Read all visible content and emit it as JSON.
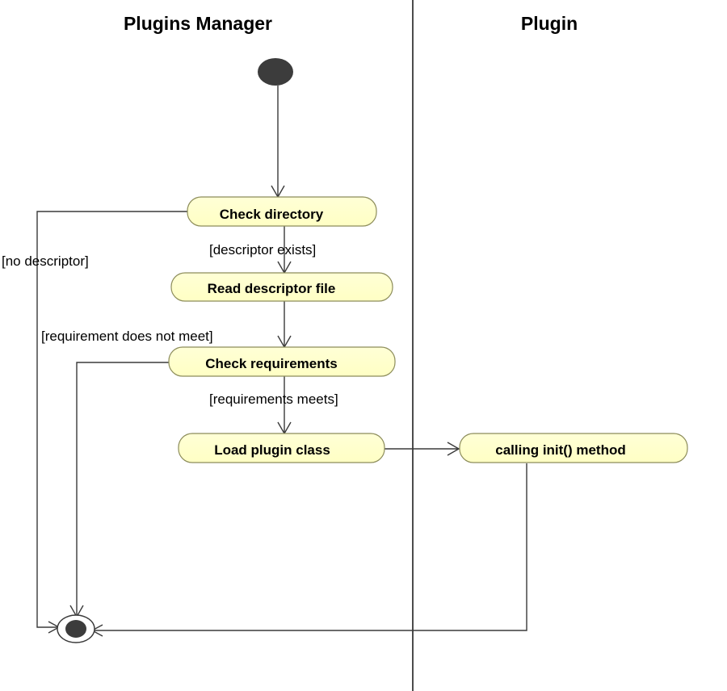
{
  "swimlanes": [
    {
      "id": "manager",
      "title": "Plugins Manager"
    },
    {
      "id": "plugin",
      "title": "Plugin"
    }
  ],
  "actions": [
    {
      "id": "check-directory",
      "label": "Check directory"
    },
    {
      "id": "read-descriptor-file",
      "label": "Read descriptor file"
    },
    {
      "id": "check-requirements",
      "label": "Check requirements"
    },
    {
      "id": "load-plugin-class",
      "label": "Load plugin class"
    },
    {
      "id": "calling-init-method",
      "label": "calling init() method"
    }
  ],
  "guards": [
    {
      "id": "descriptor-exists",
      "label": "[descriptor exists]"
    },
    {
      "id": "no-descriptor",
      "label": "[no descriptor]"
    },
    {
      "id": "requirement-does-not-meet",
      "label": "[requirement does not meet]"
    },
    {
      "id": "requirements-meets",
      "label": "[requirements meets]"
    }
  ],
  "colors": {
    "action_fill": "#FFFFCC",
    "action_stroke": "#8C8C5A",
    "node_fill": "#3C3C3C",
    "edge": "#3A3A3A",
    "divider": "#000000"
  }
}
